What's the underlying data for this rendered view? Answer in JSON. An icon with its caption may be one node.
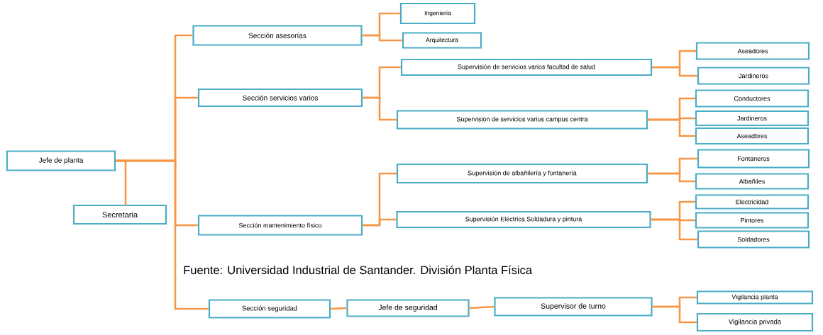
{
  "diagram": {
    "caption": "Fuente: Universidad Industrial de Santander. División Planta Física",
    "nodes": [
      {
        "text": [
          "Jefe de planta"
        ]
      },
      {
        "text": [
          "Secretaria"
        ]
      },
      {
        "text": [
          "Sección asesorías"
        ]
      },
      {
        "text": [
          "Ingeniería"
        ]
      },
      {
        "text": [
          "Arquitectura"
        ]
      },
      {
        "text": [
          "Sección servicios varios"
        ]
      },
      {
        "text": [
          "Supervisión de servicios varios facultad de salud"
        ]
      },
      {
        "text": [
          "Supervisión de servicios varios campus centra"
        ]
      },
      {
        "text": [
          "Aseadores"
        ]
      },
      {
        "text": [
          "Jardineros"
        ]
      },
      {
        "text": [
          "Conductores"
        ]
      },
      {
        "text": [
          "Jardineros"
        ]
      },
      {
        "text": [
          "Aseadbres"
        ]
      },
      {
        "text": [
          "Sección mantenimiento físico"
        ]
      },
      {
        "text": [
          "Supervisión de albañilería y fontanería"
        ]
      },
      {
        "text": [
          "Supervisión Eléctrica Soldadura y pintura"
        ]
      },
      {
        "text": [
          "Fontaneros"
        ]
      },
      {
        "text": [
          "Albañiles"
        ]
      },
      {
        "text": [
          "Electricidad"
        ]
      },
      {
        "text": [
          "Pintores"
        ]
      },
      {
        "text": [
          "Soldadores"
        ]
      },
      {
        "text": [
          "Sección seguridad"
        ]
      },
      {
        "text": [
          "Jefe de seguridad"
        ]
      },
      {
        "text": [
          "Supervisor de turno"
        ]
      },
      {
        "text": [
          "Vigilancia planta"
        ]
      },
      {
        "text": [
          "Vigilancia privada"
        ]
      }
    ],
    "edges": [
      {
        "from": 0,
        "to": 1,
        "arrow": "none"
      },
      {
        "from": 0,
        "to": 2,
        "arrow": "none"
      },
      {
        "from": 0,
        "to": 5,
        "arrow": "none"
      },
      {
        "from": 0,
        "to": 13,
        "arrow": "none"
      },
      {
        "from": 0,
        "to": 21,
        "arrow": "none"
      },
      {
        "from": 2,
        "to": 3,
        "arrow": "none"
      },
      {
        "from": 2,
        "to": 4,
        "arrow": "none"
      },
      {
        "from": 5,
        "to": 6,
        "arrow": "none"
      },
      {
        "from": 5,
        "to": 7,
        "arrow": "none"
      },
      {
        "from": 6,
        "to": 8,
        "arrow": "none"
      },
      {
        "from": 6,
        "to": 9,
        "arrow": "none"
      },
      {
        "from": 7,
        "to": 10,
        "arrow": "none"
      },
      {
        "from": 7,
        "to": 11,
        "arrow": "none"
      },
      {
        "from": 7,
        "to": 12,
        "arrow": "none"
      },
      {
        "from": 13,
        "to": 14,
        "arrow": "none"
      },
      {
        "from": 13,
        "to": 15,
        "arrow": "none"
      },
      {
        "from": 14,
        "to": 16,
        "arrow": "none"
      },
      {
        "from": 14,
        "to": 17,
        "arrow": "none"
      },
      {
        "from": 15,
        "to": 18,
        "arrow": "none"
      },
      {
        "from": 15,
        "to": 19,
        "arrow": "none"
      },
      {
        "from": 15,
        "to": 20,
        "arrow": "none"
      },
      {
        "from": 21,
        "to": 22,
        "arrow": "none"
      },
      {
        "from": 22,
        "to": 23,
        "arrow": "none"
      },
      {
        "from": 23,
        "to": 24,
        "arrow": "none"
      },
      {
        "from": 23,
        "to": 25,
        "arrow": "none"
      }
    ]
  }
}
